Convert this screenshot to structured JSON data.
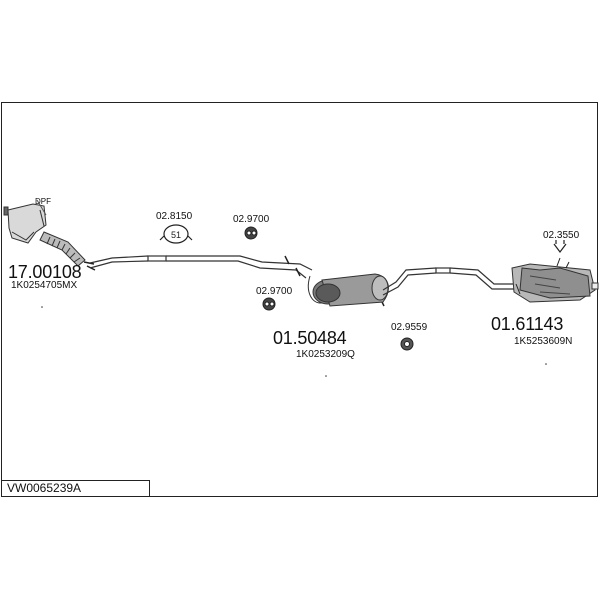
{
  "diagram_code": "VW0065239A",
  "parts": [
    {
      "id": "p1",
      "number": "17.00108",
      "oem": "1K0254705MX",
      "tag": "DPF"
    },
    {
      "id": "p2",
      "number": "01.50484",
      "oem": "1K0253209Q"
    },
    {
      "id": "p3",
      "number": "01.61143",
      "oem": "1K5253609N"
    }
  ],
  "accessories": [
    {
      "id": "a1",
      "number": "02.8150"
    },
    {
      "id": "a2",
      "number": "02.9700"
    },
    {
      "id": "a3",
      "number": "02.9700"
    },
    {
      "id": "a4",
      "number": "02.9559"
    },
    {
      "id": "a5",
      "number": "02.3550"
    }
  ]
}
